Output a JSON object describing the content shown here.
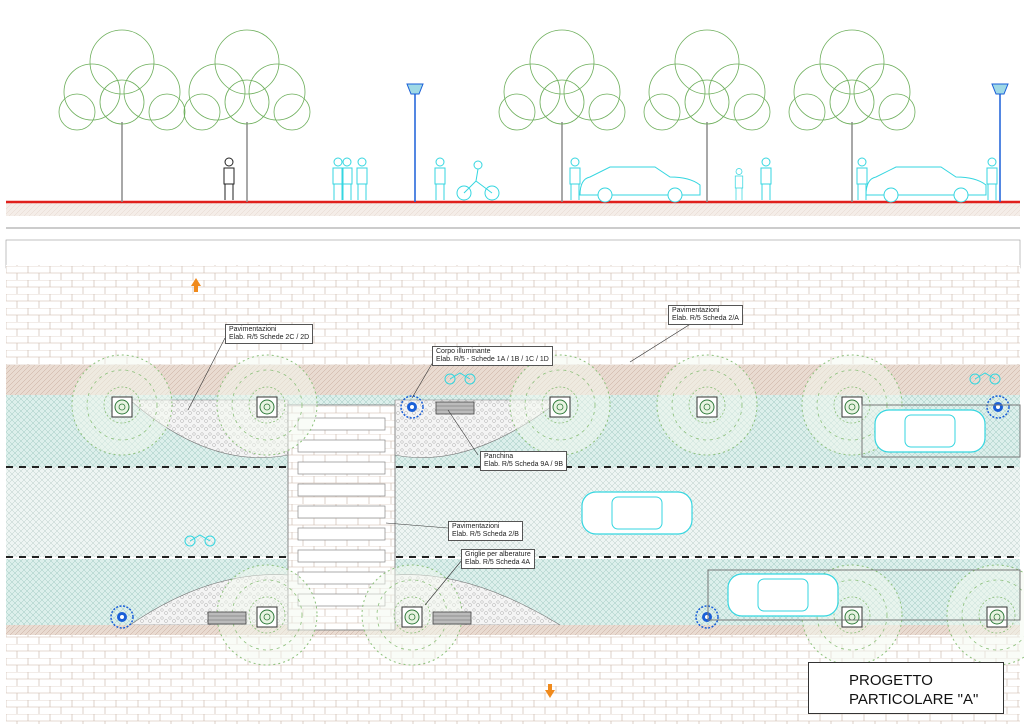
{
  "drawing": {
    "title_line1": "PROGETTO",
    "title_line2": "PARTICOLARE \"A\""
  },
  "callouts": [
    {
      "title": "Pavimentazioni",
      "ref": "Elab. R/5  Schede 2C / 2D"
    },
    {
      "title": "Pavimentazioni",
      "ref": "Elab. R/5  Scheda 2/A"
    },
    {
      "title": "Corpo illuminante",
      "ref": "Elab. R/5 - Schede 1A / 1B / 1C / 1D"
    },
    {
      "title": "Panchina",
      "ref": "Elab. R/5  Scheda 9A / 9B"
    },
    {
      "title": "Pavimentazioni",
      "ref": "Elab. R/5  Scheda 2/B"
    },
    {
      "title": "Griglie per alberature",
      "ref": "Elab. R/5  Scheda 4A"
    }
  ],
  "colors": {
    "ground_line": "#e0201c",
    "tree": "#6cae5a",
    "figures": "#35d6e0",
    "lamp": "#1a5fd8",
    "arrow": "#f08a1c",
    "paving": "#e6d9cf"
  }
}
